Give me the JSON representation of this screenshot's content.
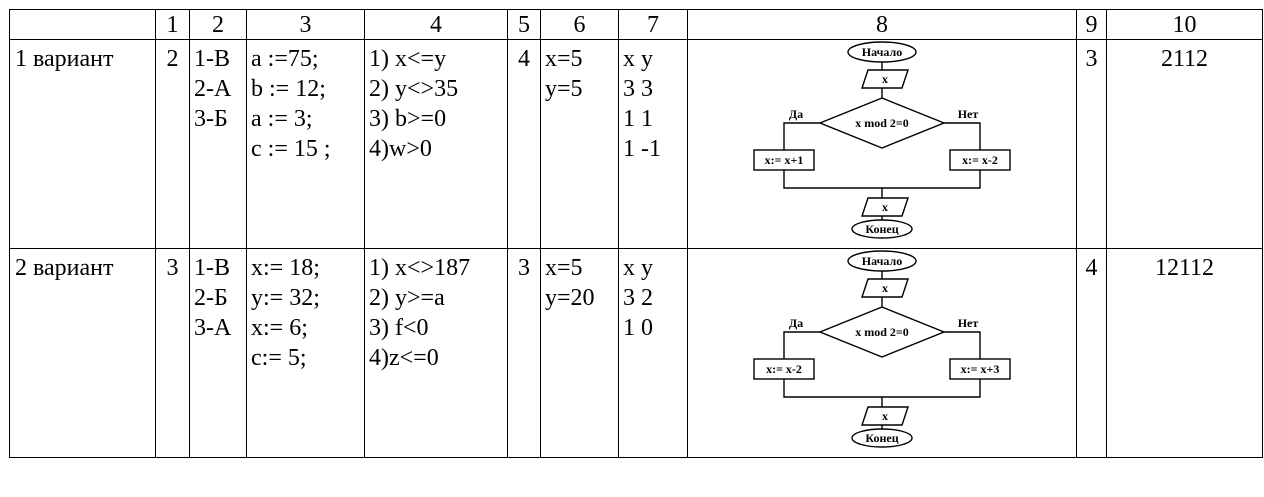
{
  "header": [
    "",
    "1",
    "2",
    "3",
    "4",
    "5",
    "6",
    "7",
    "8",
    "9",
    "10"
  ],
  "variants": [
    {
      "label": "1 вариант",
      "col1": "2",
      "col2": [
        "1-В",
        "2-А",
        "3-Б"
      ],
      "col3": [
        "a :=75;",
        "b := 12;",
        "a := 3;",
        "c := 15 ;"
      ],
      "col4": [
        "1) x<=y",
        "2) y<>35",
        "3) b>=0",
        "4)w>0"
      ],
      "col5": "4",
      "col6": [
        "x=5",
        "y=5"
      ],
      "col7": [
        "x y",
        "3 3",
        "1 1",
        "1 -1"
      ],
      "flowchart": {
        "start": "Начало",
        "input": "x",
        "condition": "x mod 2=0",
        "yes": "Да",
        "no": "Нет",
        "yes_action": "x:= x+1",
        "no_action": "x:= x-2",
        "output": "x",
        "end": "Конец"
      },
      "col9": "3",
      "col10": "2112"
    },
    {
      "label": "2 вариант",
      "col1": "3",
      "col2": [
        "1-В",
        "2-Б",
        "3-А"
      ],
      "col3": [
        "x:= 18;",
        "y:= 32;",
        "x:= 6;",
        "c:= 5;"
      ],
      "col4": [
        "1) x<>187",
        "2) y>=a",
        "3) f<0",
        "4)z<=0"
      ],
      "col5": "3",
      "col6": [
        "x=5",
        "y=20"
      ],
      "col7": [
        "x y",
        "3 2",
        "1 0"
      ],
      "flowchart": {
        "start": "Начало",
        "input": "x",
        "condition": "x mod 2=0",
        "yes": "Да",
        "no": "Нет",
        "yes_action": "x:= x-2",
        "no_action": "x:= x+3",
        "output": "x",
        "end": "Конец"
      },
      "col9": "4",
      "col10": "12112"
    }
  ]
}
